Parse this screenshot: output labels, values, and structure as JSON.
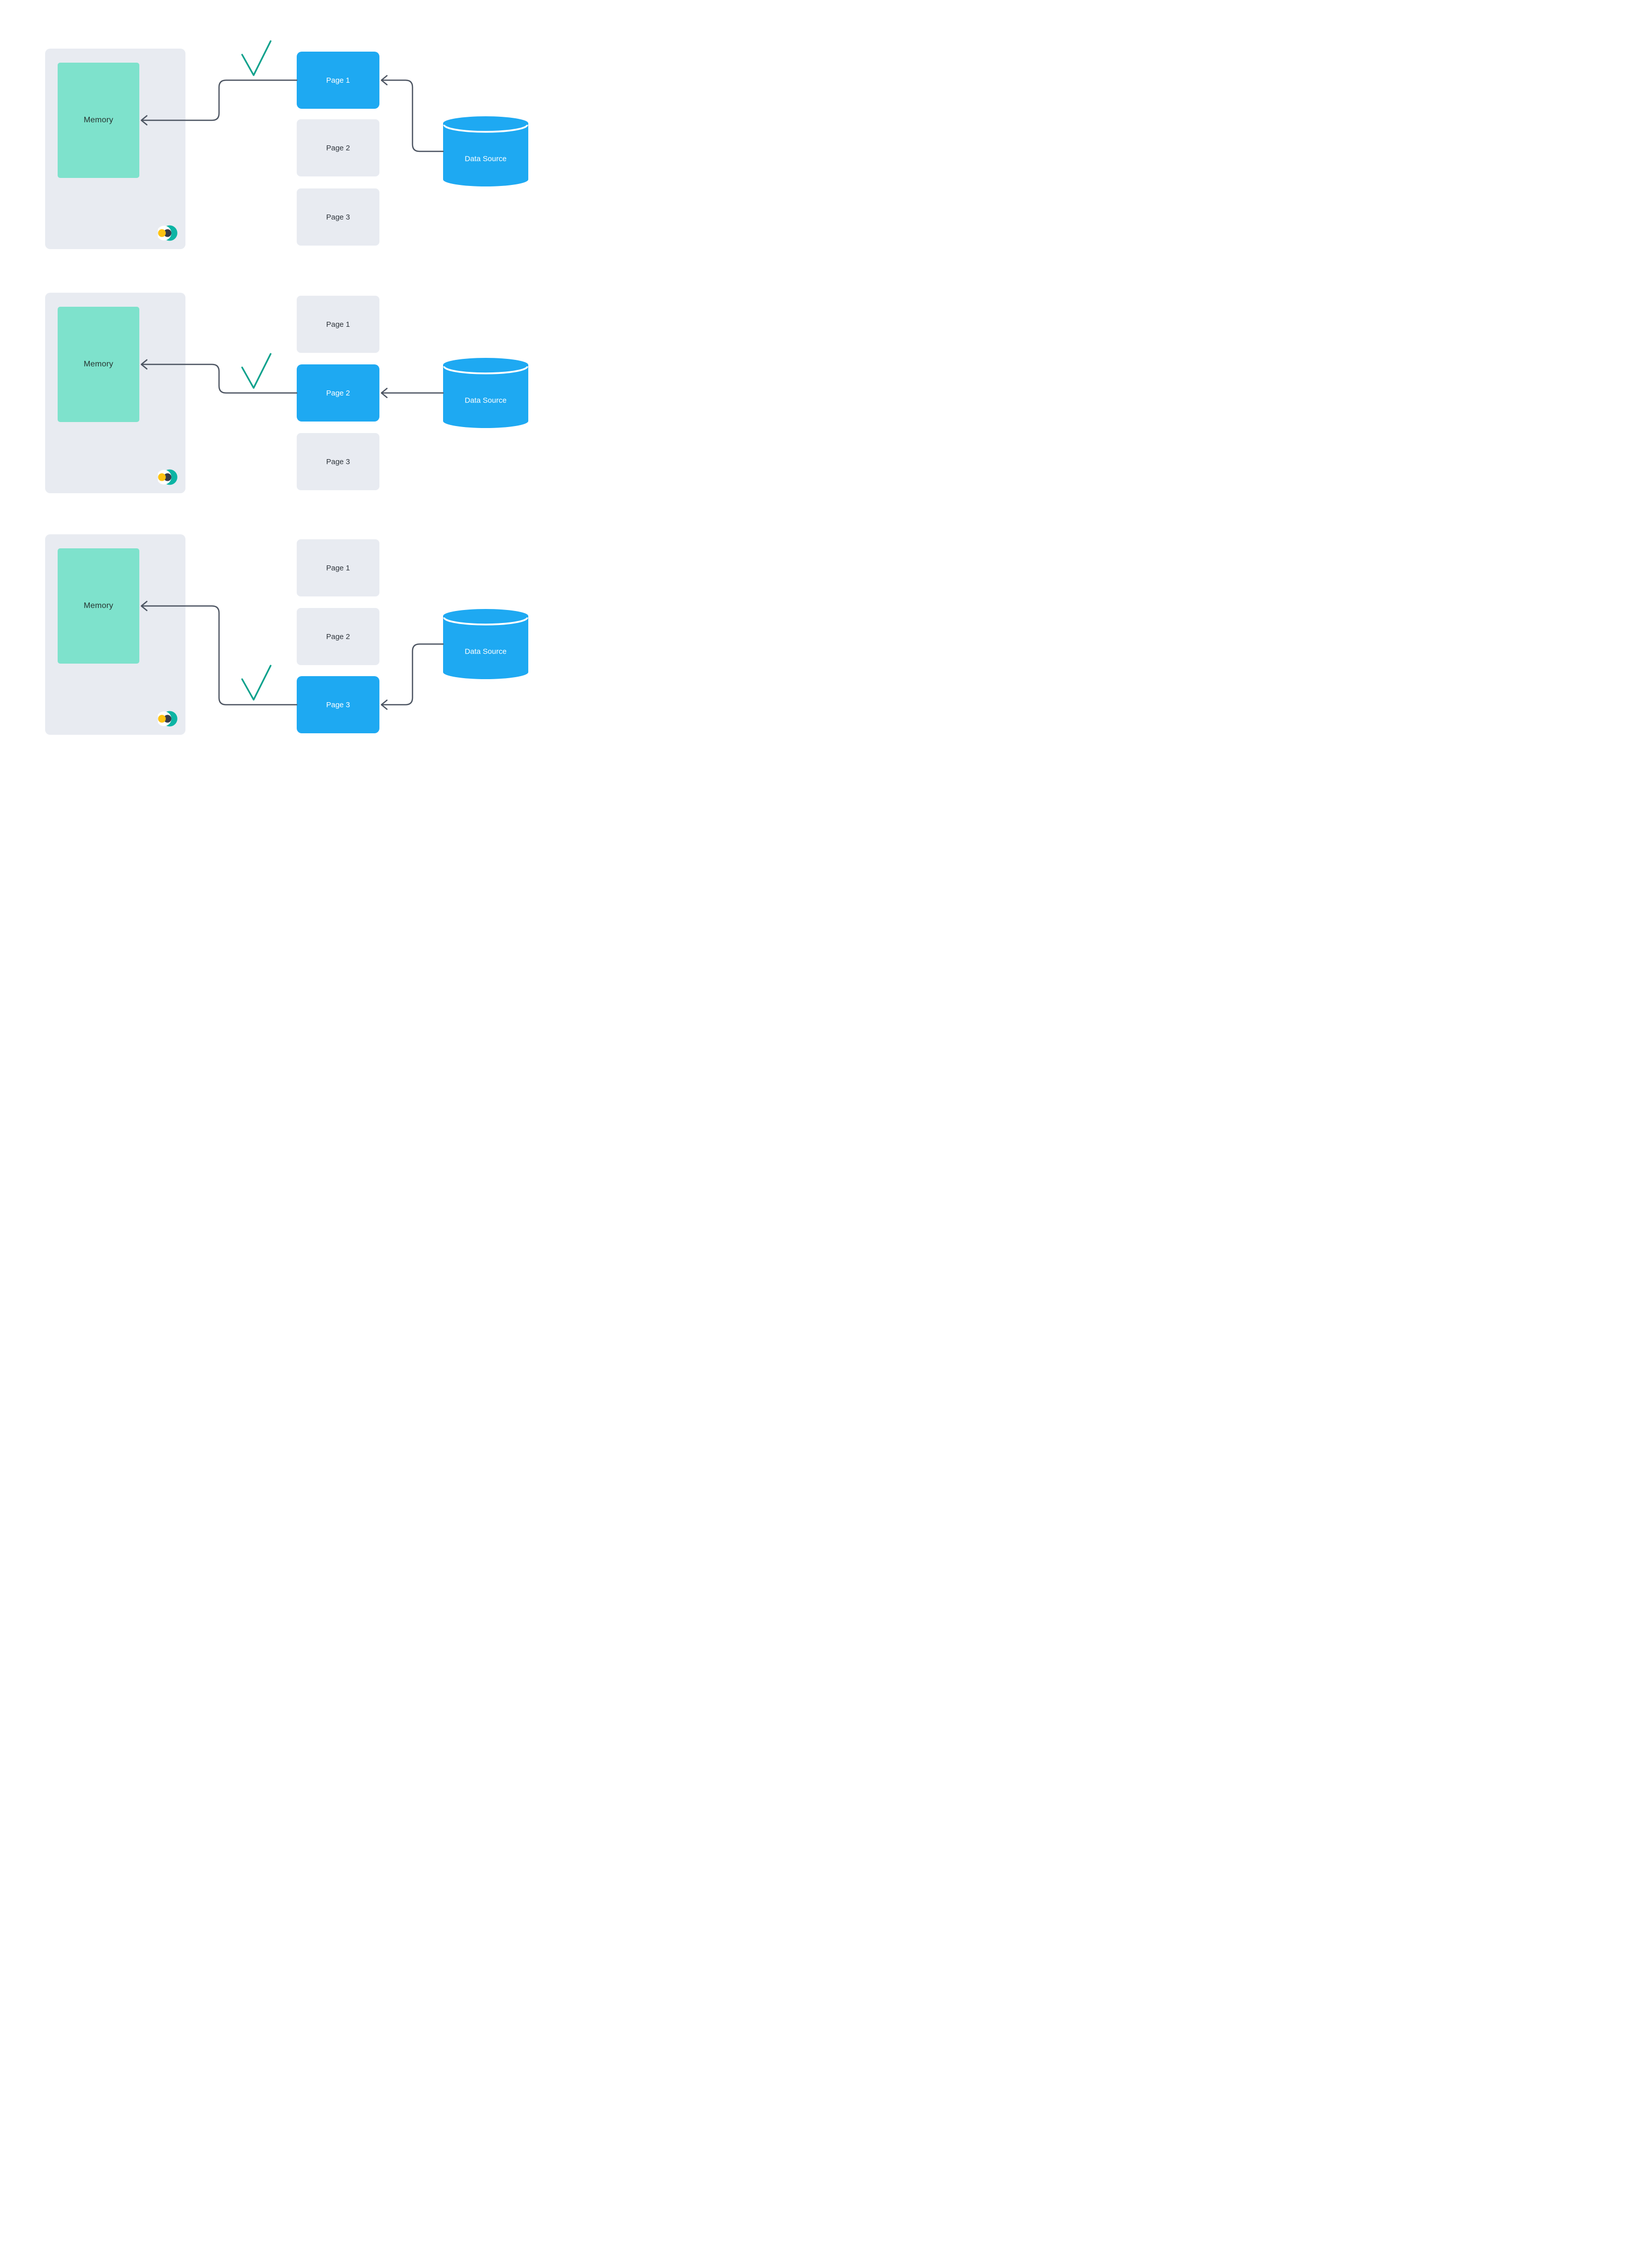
{
  "rows": [
    {
      "memory": {
        "label": "Memory"
      },
      "pages": [
        {
          "label": "Page 1",
          "selected": true
        },
        {
          "label": "Page 2",
          "selected": false
        },
        {
          "label": "Page 3",
          "selected": false
        }
      ],
      "datasource": {
        "label": "Data Source"
      }
    },
    {
      "memory": {
        "label": "Memory"
      },
      "pages": [
        {
          "label": "Page 1",
          "selected": false
        },
        {
          "label": "Page 2",
          "selected": true
        },
        {
          "label": "Page 3",
          "selected": false
        }
      ],
      "datasource": {
        "label": "Data Source"
      }
    },
    {
      "memory": {
        "label": "Memory"
      },
      "pages": [
        {
          "label": "Page 1",
          "selected": false
        },
        {
          "label": "Page 2",
          "selected": false
        },
        {
          "label": "Page 3",
          "selected": true
        }
      ],
      "datasource": {
        "label": "Data Source"
      }
    }
  ],
  "icons": {
    "checkmark": "check-icon",
    "logo": "crescent-eye-logo-icon",
    "datasource_shape": "database-cylinder-icon",
    "arrowhead": "left-arrowhead-icon"
  },
  "colors": {
    "accent_blue": "#1ea9f2",
    "panel_gray": "#e8ebf1",
    "memory_teal": "#7ee2cc",
    "arrow_slate": "#4d5562",
    "check_teal": "#0ea18c",
    "logo_teal": "#0cb4a4",
    "logo_dark": "#363b49",
    "logo_yellow": "#fdc313",
    "text_dark": "#253430",
    "text_gray": "#2f353c",
    "text_white": "#ffffff"
  }
}
